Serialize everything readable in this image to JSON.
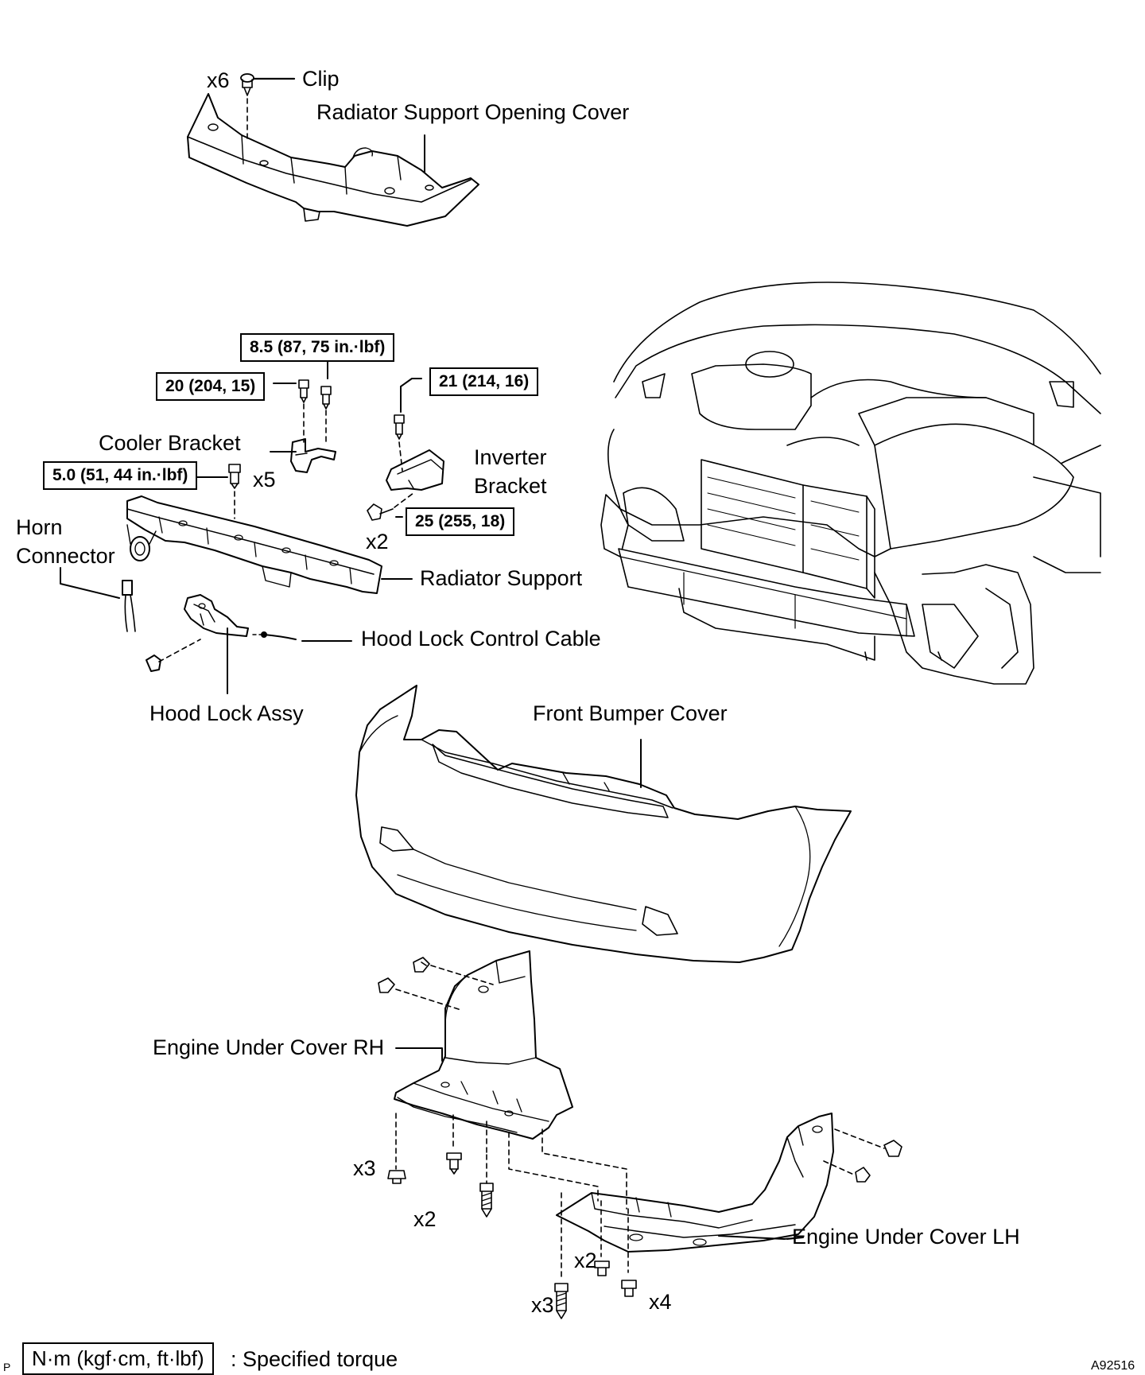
{
  "labels": {
    "clip": "Clip",
    "radiator_support_opening_cover": "Radiator Support Opening Cover",
    "cooler_bracket": "Cooler Bracket",
    "inverter_line1": "Inverter",
    "inverter_line2": "Bracket",
    "horn_line1": "Horn",
    "horn_line2": "Connector",
    "radiator_support": "Radiator Support",
    "hood_lock_control_cable": "Hood Lock Control Cable",
    "hood_lock_assy": "Hood Lock Assy",
    "front_bumper_cover": "Front Bumper Cover",
    "engine_under_cover_rh": "Engine Under Cover RH",
    "engine_under_cover_lh": "Engine Under Cover LH"
  },
  "quantities": {
    "clip_x6": "x6",
    "bolt_x5": "x5",
    "inverter_x2": "x2",
    "rh_x3": "x3",
    "rh_x2": "x2",
    "lh_x2": "x2",
    "lh_x3": "x3",
    "lh_x4": "x4"
  },
  "torques": {
    "t1": "8.5 (87, 75 in.·lbf)",
    "t2": "20 (204, 15)",
    "t3": "21 (214, 16)",
    "t4": "5.0 (51, 44 in.·lbf)",
    "t5": "25 (255, 18)"
  },
  "legend": {
    "units": "N·m (kgf·cm, ft·lbf)",
    "description": ": Specified torque",
    "prefix": "P"
  },
  "figure_id": "A92516"
}
